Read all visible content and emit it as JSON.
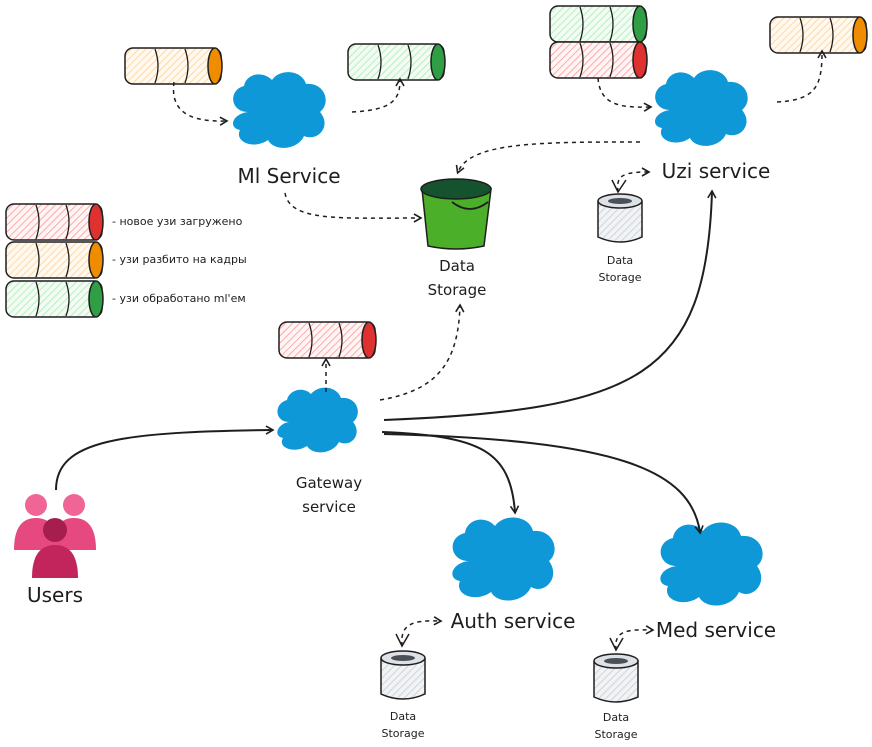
{
  "services": {
    "ml": "Ml Service",
    "uzi": "Uzi service",
    "gateway_line1": "Gateway",
    "gateway_line2": "service",
    "auth": "Auth service",
    "med": "Med service"
  },
  "storage": {
    "bucket_line1": "Data",
    "bucket_line2": "Storage",
    "db_line1": "Data",
    "db_line2": "Storage"
  },
  "users": "Users",
  "legend": [
    {
      "label": "- новое узи загружено",
      "color": "#e03131"
    },
    {
      "label": "- узи разбито на кадры",
      "color": "#f08c00"
    },
    {
      "label": "- узи обработано ml'ем",
      "color": "#2f9e44"
    }
  ],
  "colors": {
    "cloud": "#0f98d8",
    "queue_red": "#e03131",
    "queue_orange": "#f08c00",
    "queue_green": "#2f9e44",
    "bucket": "#4caf2a",
    "users_pink": "#e64980",
    "users_dark": "#c2255c"
  }
}
